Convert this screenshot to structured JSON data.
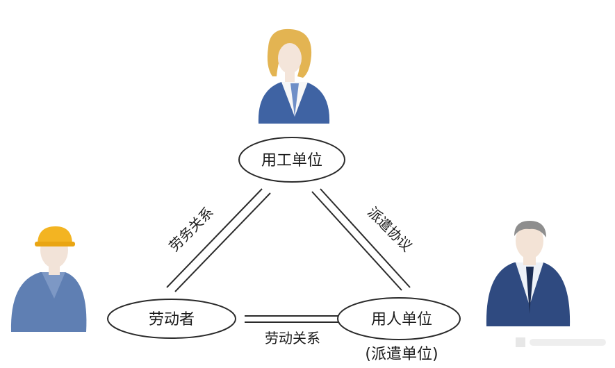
{
  "nodes": {
    "employer": "用工单位",
    "worker": "劳动者",
    "agency": "用人单位",
    "agency_note": "(派遣单位)"
  },
  "edges": {
    "employer_worker": "劳务关系",
    "employer_agency": "派遣协议",
    "worker_agency": "劳动关系"
  },
  "colors": {
    "line": "#2a2a2a",
    "suit_blue": "#3d5f9e",
    "hair_blonde": "#e0b24a",
    "hard_hat": "#f2b21c",
    "skin": "#f3e3d6"
  }
}
